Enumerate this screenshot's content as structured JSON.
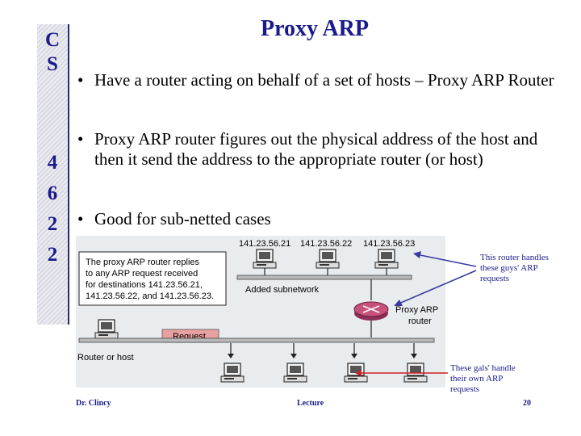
{
  "title": "Proxy ARP",
  "sidebar_letters": [
    "C",
    "S",
    "4",
    "6",
    "2",
    "2"
  ],
  "bullets": [
    "Have a router acting on behalf of a set of hosts – Proxy ARP Router",
    "Proxy ARP router figures out the physical address of the host and then it send the address to the appropriate router (or host)",
    "Good for sub-netted cases"
  ],
  "figure": {
    "ip_labels": [
      "141.23.56.21",
      "141.23.56.22",
      "141.23.56.23"
    ],
    "caption_lines": [
      "The proxy ARP router replies",
      "to any ARP request received",
      "for destinations 141.23.56.21,",
      "141.23.56.22, and 141.23.56.23."
    ],
    "added_subnetwork": "Added subnetwork",
    "proxy_router_label": [
      "Proxy ARP",
      "router"
    ],
    "request_label": "Request",
    "router_or_host": "Router or host"
  },
  "notes": {
    "top": "This router handles these guys' ARP requests",
    "bottom": "These gals' handle their own ARP requests"
  },
  "footer": {
    "author": "Dr. Clincy",
    "center": "Lecture",
    "page": "20"
  },
  "colors": {
    "title": "#1a1a8a",
    "arrow": "#3a3aa0",
    "bottom_arrow": "#cc2222",
    "router": "#c8507a",
    "request_box": "#e8a0a0"
  }
}
